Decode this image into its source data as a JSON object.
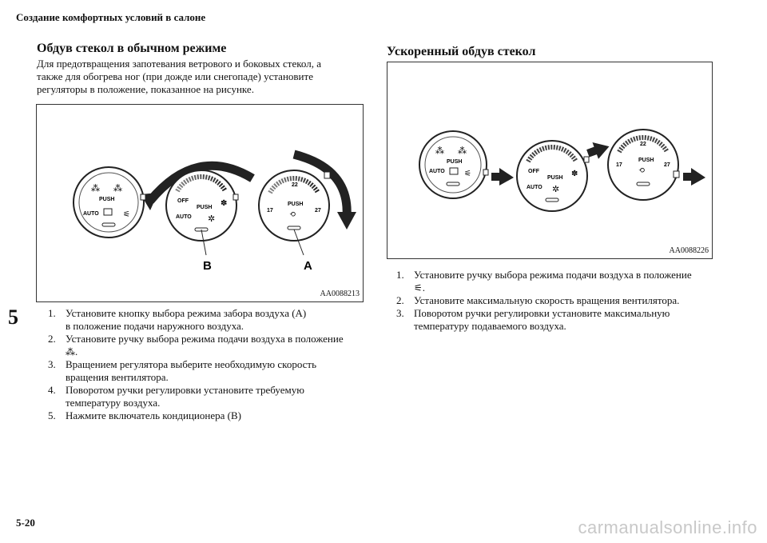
{
  "header": {
    "title": "Создание комфортных условий в салоне"
  },
  "left": {
    "heading": "Обдув стекол в обычном режиме",
    "intro_lines": [
      "Для предотвращения запотевания ветрового и боковых стекол, а",
      "также для обогрева ног (при дожде или снегопаде) установите",
      "регуляторы в положение, показанное на рисунке."
    ],
    "figure": {
      "code": "AA0088213",
      "callout_b": "B",
      "callout_a": "A",
      "dial1": {
        "push": "PUSH",
        "auto": "AUTO"
      },
      "dial2": {
        "off": "OFF",
        "push": "PUSH",
        "auto": "AUTO"
      },
      "dial3": {
        "push": "PUSH",
        "low": "17",
        "high": "27",
        "mid": "22"
      }
    },
    "steps": [
      {
        "num": "1.",
        "lines": [
          "Установите кнопку выбора режима забора воздуха (A)",
          "в положение подачи наружного воздуха."
        ]
      },
      {
        "num": "2.",
        "lines": [
          "Установите ручку выбора режима подачи воздуха в положение",
          "."
        ]
      },
      {
        "num": "3.",
        "lines": [
          "Вращением регулятора выберите необходимую скорость",
          "вращения вентилятора."
        ]
      },
      {
        "num": "4.",
        "lines": [
          "Поворотом ручки регулировки установите требуемую",
          "температуру воздуха."
        ]
      },
      {
        "num": "5.",
        "lines": [
          "Нажмите включатель кондиционера (B)"
        ]
      }
    ]
  },
  "right": {
    "heading": "Ускоренный обдув стекол",
    "figure": {
      "code": "AA0088226",
      "dial1": {
        "push": "PUSH",
        "auto": "AUTO"
      },
      "dial2": {
        "off": "OFF",
        "push": "PUSH",
        "auto": "AUTO"
      },
      "dial3": {
        "push": "PUSH",
        "low": "17",
        "high": "27",
        "mid": "22"
      }
    },
    "steps": [
      {
        "num": "1.",
        "lines": [
          "Установите ручку выбора режима подачи воздуха в положение",
          "."
        ]
      },
      {
        "num": "2.",
        "lines": [
          "Установите максимальную скорость вращения вентилятора."
        ]
      },
      {
        "num": "3.",
        "lines": [
          "Поворотом ручки регулировки установите максимальную",
          "температуру подаваемого воздуха."
        ]
      }
    ]
  },
  "section_tab": "5",
  "page_number": "5-20",
  "watermark": "carmanualsonline.info"
}
